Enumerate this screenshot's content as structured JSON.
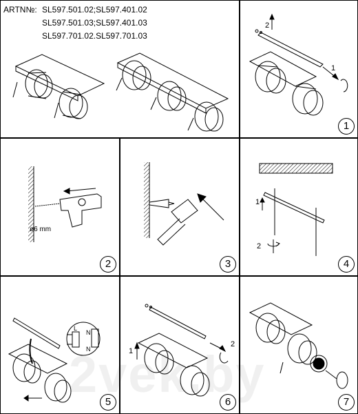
{
  "art": {
    "label": "ARTN№:",
    "line1": "SL597.501.02;SL597.401.02",
    "line2": "SL597.501.03;SL597.401.03",
    "line3": "SL597.701.02.SL597.701.03"
  },
  "steps": [
    "1",
    "2",
    "3",
    "4",
    "5",
    "6",
    "7"
  ],
  "cell2": {
    "arrow2": "2",
    "arrow1": "1"
  },
  "cell3": {
    "dimension": "ø6  mm"
  },
  "cell5": {
    "arrow1": "1",
    "arrow2": "2"
  },
  "cell6": {
    "N1": "N",
    "L": "L",
    "N2": "N"
  },
  "cell7": {
    "arrow1": "1",
    "arrow2": "2"
  },
  "watermark": "2vek.by"
}
